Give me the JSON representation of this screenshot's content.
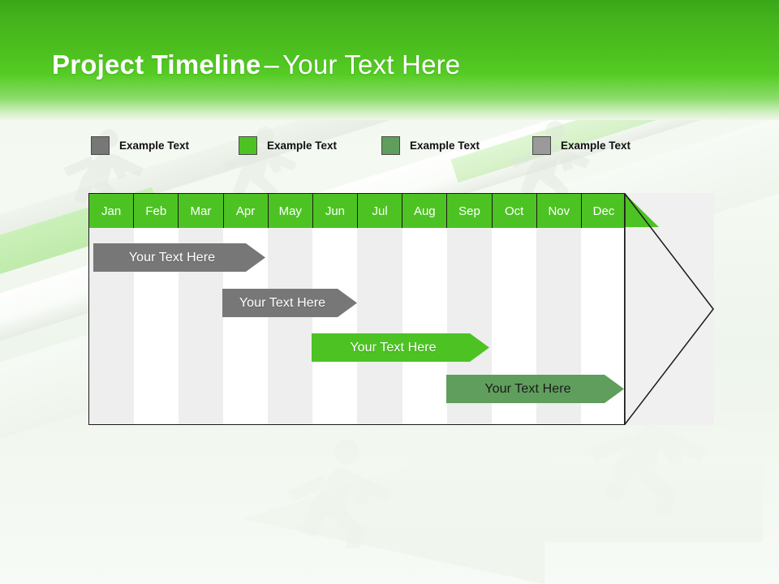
{
  "slide": {
    "title_strong": "Project Timeline",
    "title_dash": "–",
    "title_light": "Your Text Here",
    "colors": {
      "brand_green": "#4dc323",
      "header_green_dark": "#3aa718",
      "bar_gray": "#777777",
      "bar_green": "#4dc323",
      "bar_dark_green": "#5f9e5c",
      "column_shade": "#eeeeee",
      "outline": "#1a1a1a"
    }
  },
  "legend": {
    "items": [
      {
        "label": "Example Text",
        "color": "#777777",
        "swatch": "legend-swatch-gray"
      },
      {
        "label": "Example Text",
        "color": "#4dc323",
        "swatch": "legend-swatch-green"
      },
      {
        "label": "Example Text",
        "color": "#5f9e5c",
        "swatch": "legend-swatch-dark-green"
      },
      {
        "label": "Example Text",
        "color": "#9a9a9a",
        "swatch": "legend-swatch-light-gray"
      }
    ]
  },
  "chart_data": {
    "type": "bar",
    "title": "Project Timeline – Your Text Here",
    "orientation": "horizontal",
    "categories": [
      "Jan",
      "Feb",
      "Mar",
      "Apr",
      "May",
      "Jun",
      "Jul",
      "Aug",
      "Sep",
      "Oct",
      "Nov",
      "Dec"
    ],
    "xlabel": "",
    "ylabel": "",
    "grid": true,
    "legend_position": "top",
    "series": [
      {
        "name": "Example Text",
        "label": "Your  Text Here",
        "color": "#777777",
        "start_month": "Jan",
        "end_month": "Apr",
        "start_index": 0,
        "end_index": 3.75
      },
      {
        "name": "Example Text",
        "label": "Your  Text Here",
        "color": "#777777",
        "start_month": "Apr",
        "end_month": "Jun",
        "start_index": 3,
        "end_index": 6
      },
      {
        "name": "Example Text",
        "label": "Your  Text Here",
        "color": "#4dc323",
        "start_month": "Jun",
        "end_month": "Sep",
        "start_index": 5,
        "end_index": 9
      },
      {
        "name": "Example Text",
        "label": "Your  Text Here",
        "color": "#5f9e5c",
        "start_month": "Sep",
        "end_month": "Dec",
        "start_index": 8,
        "end_index": 12
      }
    ]
  },
  "months": [
    {
      "label": "Jan"
    },
    {
      "label": "Feb"
    },
    {
      "label": "Mar"
    },
    {
      "label": "Apr"
    },
    {
      "label": "May"
    },
    {
      "label": "Jun"
    },
    {
      "label": "Jul"
    },
    {
      "label": "Aug"
    },
    {
      "label": "Sep"
    },
    {
      "label": "Oct"
    },
    {
      "label": "Nov"
    },
    {
      "label": "Dec"
    }
  ],
  "bars": [
    {
      "label": "Your  Text Here",
      "style": "gray"
    },
    {
      "label": "Your  Text Here",
      "style": "gray"
    },
    {
      "label": "Your  Text Here",
      "style": "green"
    },
    {
      "label": "Your  Text Here",
      "style": "darkgreen"
    }
  ]
}
